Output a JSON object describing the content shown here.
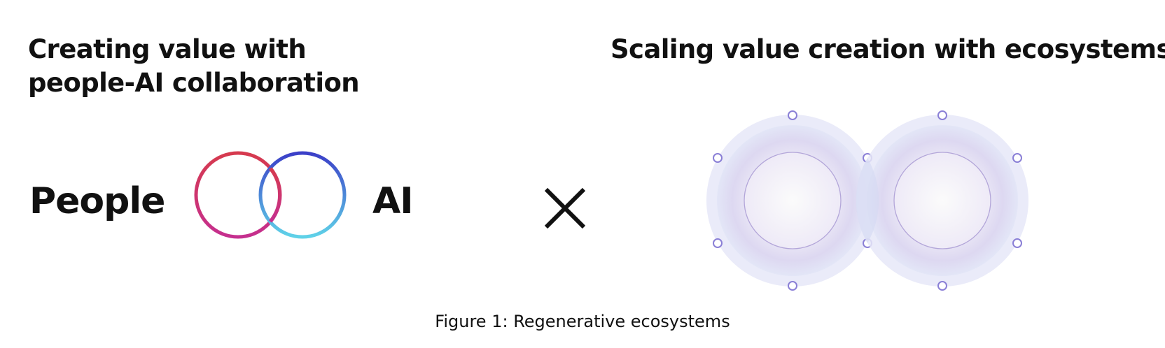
{
  "headings": {
    "left_line1": "Creating value with",
    "left_line2": "people-AI collaboration",
    "right": "Scaling value creation with ecosystems"
  },
  "venn": {
    "left_label": "People",
    "right_label": "AI",
    "left_ring_gradient": [
      "#d63a4e",
      "#c52f8f"
    ],
    "right_ring_gradient": [
      "#3b3fc8",
      "#5fd2e8"
    ]
  },
  "operator": {
    "icon": "multiply-icon",
    "color": "#111111"
  },
  "ecosystems": {
    "count": 2,
    "nodes_per_ecosystem": 6,
    "halo_color": "#d9dcf4",
    "inner_ring_color": "#b3a6d9",
    "node_color": "#8a7fd6"
  },
  "caption": "Figure 1: Regenerative ecosystems"
}
